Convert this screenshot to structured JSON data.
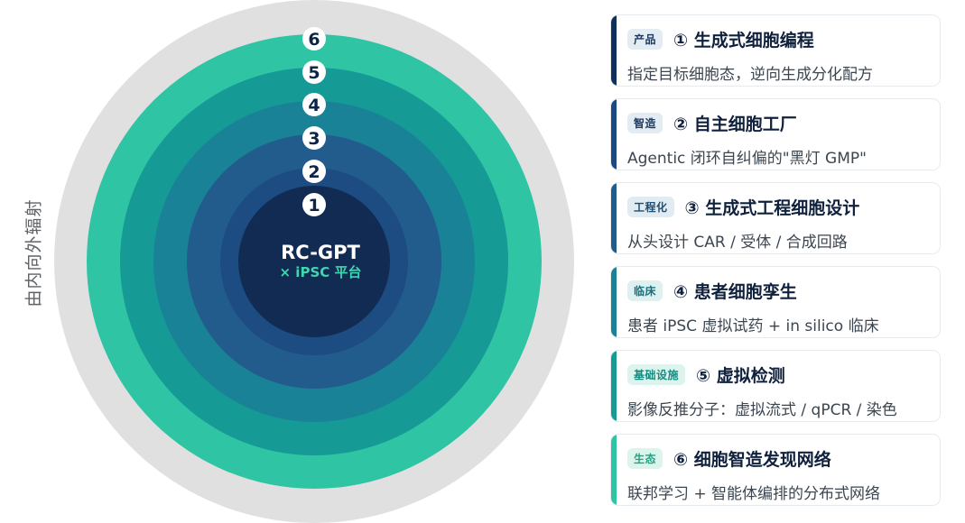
{
  "diagram": {
    "center_title": "RC-GPT",
    "center_subtitle": "× iPSC 平台",
    "ring_numbers": [
      "1",
      "2",
      "3",
      "4",
      "5",
      "6"
    ],
    "side_label": "由内向外辐射",
    "colors": {
      "outer_halo": "#e0e0e0",
      "rings": [
        "#12305b",
        "#1d4c82",
        "#225c8c",
        "#1a8296",
        "#159a96",
        "#2ec4a4"
      ],
      "center": "#112b52",
      "number_badge_bg": "#ffffff",
      "number_badge_fg": "#0e2446",
      "center_subtitle_color": "#3fd6b0"
    }
  },
  "cards": [
    {
      "tag": "产品",
      "title": "① 生成式细胞编程",
      "desc": "指定目标细胞态，逆向生成分化配方",
      "bar_color": "#10305c",
      "tag_bg": "#e3ebf3",
      "tag_fg": "#1d3a64"
    },
    {
      "tag": "智造",
      "title": "② 自主细胞工厂",
      "desc": "Agentic 闭环自纠偏的\"黑灯 GMP\"",
      "bar_color": "#1c4a80",
      "tag_bg": "#e3ebf3",
      "tag_fg": "#1d3a64"
    },
    {
      "tag": "工程化",
      "title": "③ 生成式工程细胞设计",
      "desc": "从头设计 CAR / 受体 / 合成回路",
      "bar_color": "#215b8a",
      "tag_bg": "#e0ecf2",
      "tag_fg": "#1f4d74"
    },
    {
      "tag": "临床",
      "title": "④ 患者细胞孪生",
      "desc": "患者 iPSC 虚拟试药 + in silico 临床",
      "bar_color": "#1a8296",
      "tag_bg": "#def1f1",
      "tag_fg": "#1b7080"
    },
    {
      "tag": "基础设施",
      "title": "⑤ 虚拟检测",
      "desc": "影像反推分子：虚拟流式 / qPCR / 染色",
      "bar_color": "#169b94",
      "tag_bg": "#dcf3ee",
      "tag_fg": "#178a80"
    },
    {
      "tag": "生态",
      "title": "⑥ 细胞智造发现网络",
      "desc": "联邦学习 + 智能体编排的分布式网络",
      "bar_color": "#2ec4a4",
      "tag_bg": "#dbf5ec",
      "tag_fg": "#1fa484"
    }
  ]
}
